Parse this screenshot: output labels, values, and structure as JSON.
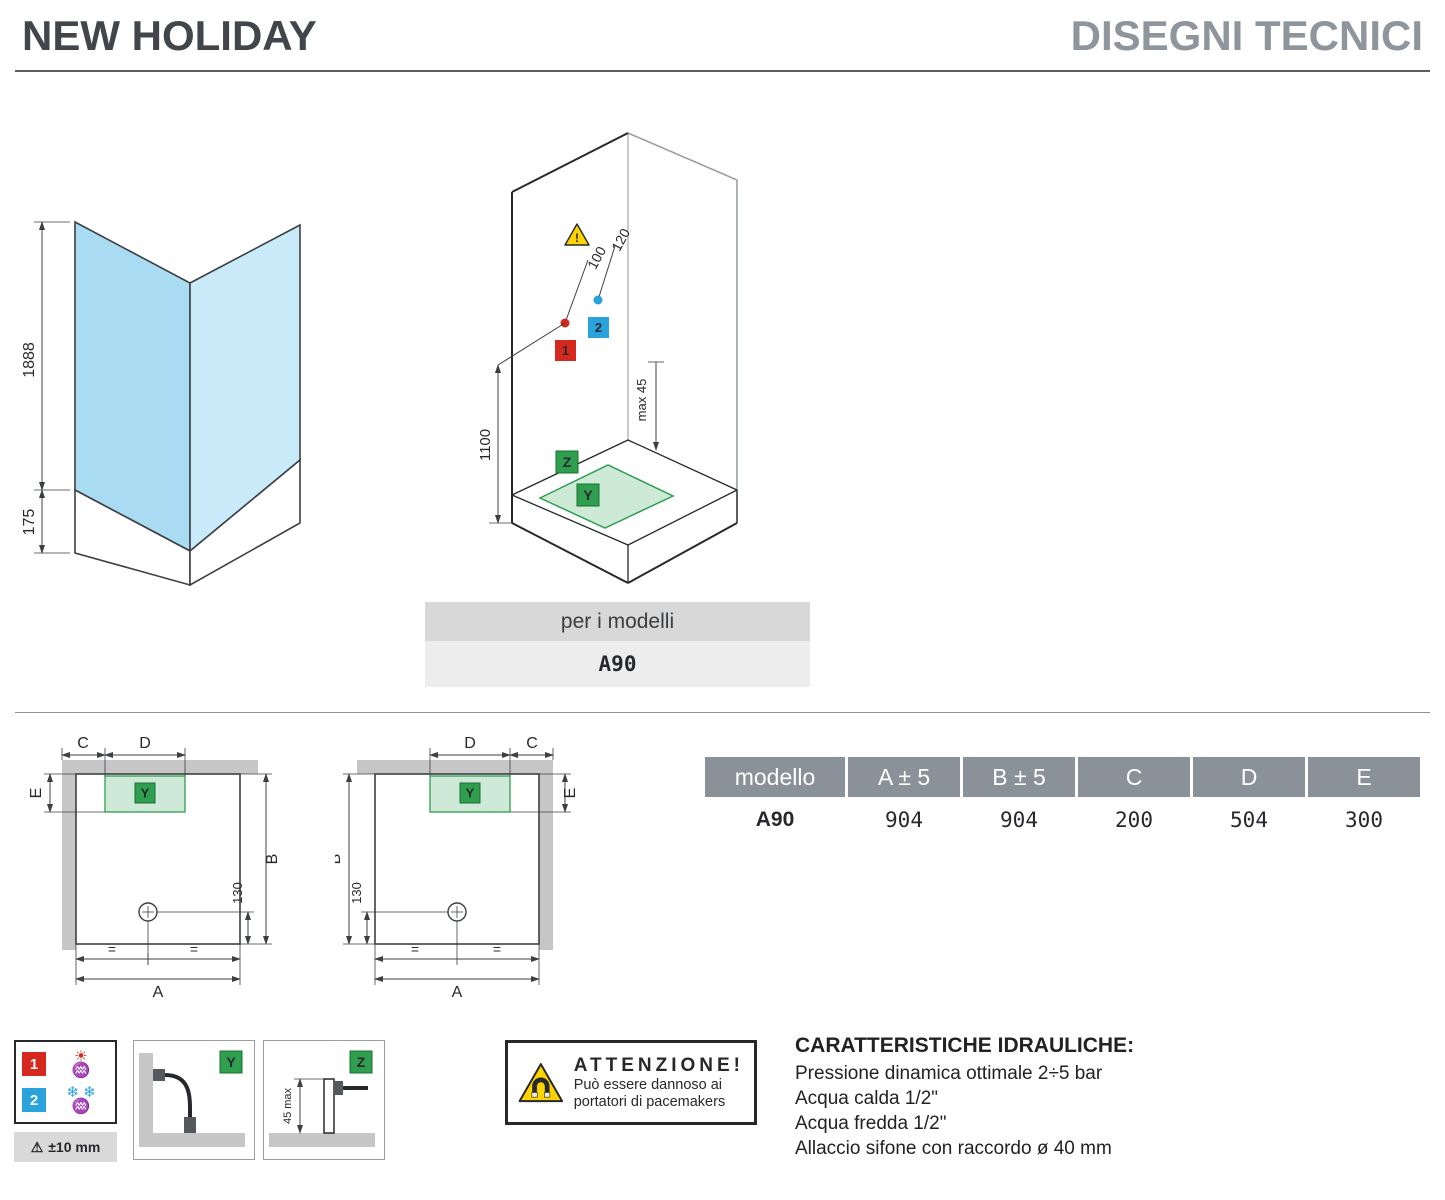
{
  "header": {
    "title_left": "NEW HOLIDAY",
    "title_right": "DISEGNI TECNICI"
  },
  "panel_drawing": {
    "height": "1888",
    "base": "175"
  },
  "cabin_drawing": {
    "dim_hot_offset": "100",
    "dim_cold_offset": "120",
    "hot_marker": "1",
    "cold_marker": "2",
    "dim_height": "1100",
    "dim_max": "max 45",
    "z_label": "Z",
    "y_label": "Y"
  },
  "models": {
    "caption": "per i modelli",
    "model": "A90"
  },
  "plans": {
    "dim_a": "A",
    "dim_b": "B",
    "dim_c": "C",
    "dim_d": "D",
    "dim_e": "E",
    "dim_130": "130",
    "equal": "=",
    "y_label": "Y"
  },
  "table": {
    "headers": [
      "modello",
      "A ± 5",
      "B ± 5",
      "C",
      "D",
      "E"
    ],
    "rows": [
      {
        "model": "A90",
        "a": "904",
        "b": "904",
        "c": "200",
        "d": "504",
        "e": "300"
      }
    ]
  },
  "legend": {
    "hot_number": "1",
    "cold_number": "2",
    "tolerance": "±10 mm",
    "y_label": "Y",
    "z_label": "Z",
    "z_dim": "45 max"
  },
  "attention": {
    "title": "ATTENZIONE!",
    "line1": "Può essere dannoso ai",
    "line2": "portatori di pacemakers"
  },
  "hydraulics": {
    "title": "CARATTERISTICHE IDRAULICHE:",
    "lines": [
      "Pressione dinamica ottimale 2÷5 bar",
      "Acqua calda 1/2\"",
      "Acqua fredda 1/2\"",
      "Allaccio sifone con raccordo ø 40 mm"
    ]
  },
  "icons": {
    "warning_triangle": "⚠",
    "exclamation": "!",
    "hot_sun": "☀",
    "cold_snow": "❄ ❄",
    "waves": "♒"
  },
  "colors": {
    "accent_green": "#2f9e4f",
    "hot_red": "#d5281f",
    "cold_blue": "#2aa3dc",
    "glass_blue": "#a9dbf2",
    "table_header_gray": "#8b9198",
    "warning_yellow": "#ffd400"
  }
}
